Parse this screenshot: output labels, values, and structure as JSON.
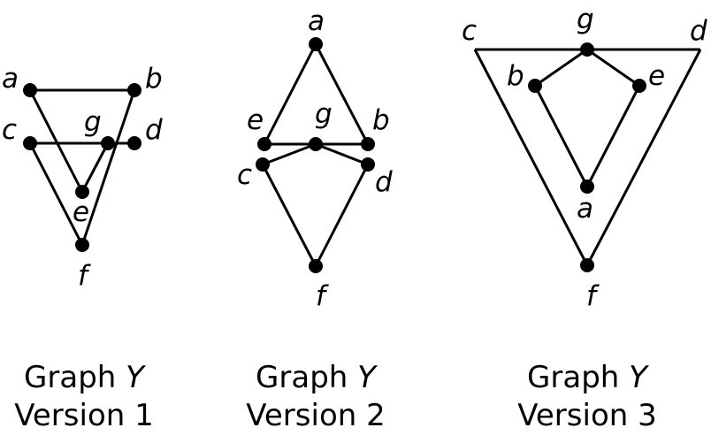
{
  "graphs": [
    {
      "caption_word": "Graph",
      "caption_var": "Y",
      "caption_version": "Version 1",
      "vertex_labels": {
        "a": "a",
        "b": "b",
        "c": "c",
        "d": "d",
        "e": "e",
        "f": "f",
        "g": "g"
      },
      "edges": [
        [
          "a",
          "b"
        ],
        [
          "c",
          "d"
        ],
        [
          "a",
          "e"
        ],
        [
          "g",
          "e"
        ],
        [
          "c",
          "f"
        ],
        [
          "b",
          "f"
        ]
      ]
    },
    {
      "caption_word": "Graph",
      "caption_var": "Y",
      "caption_version": "Version 2",
      "vertex_labels": {
        "a": "a",
        "b": "b",
        "c": "c",
        "d": "d",
        "e": "e",
        "f": "f",
        "g": "g"
      },
      "edges": [
        [
          "a",
          "e"
        ],
        [
          "a",
          "b"
        ],
        [
          "e",
          "b"
        ],
        [
          "g",
          "c"
        ],
        [
          "g",
          "d"
        ],
        [
          "c",
          "f"
        ],
        [
          "d",
          "f"
        ]
      ]
    },
    {
      "caption_word": "Graph",
      "caption_var": "Y",
      "caption_version": "Version 3",
      "vertex_labels": {
        "a": "a",
        "b": "b",
        "c": "c",
        "d": "d",
        "e": "e",
        "f": "f",
        "g": "g"
      },
      "edges": [
        [
          "c",
          "d"
        ],
        [
          "c",
          "f"
        ],
        [
          "d",
          "f"
        ],
        [
          "g",
          "b"
        ],
        [
          "g",
          "e"
        ],
        [
          "b",
          "a"
        ],
        [
          "e",
          "a"
        ]
      ]
    }
  ],
  "colors": {
    "ink": "#000000",
    "background": "#ffffff"
  }
}
